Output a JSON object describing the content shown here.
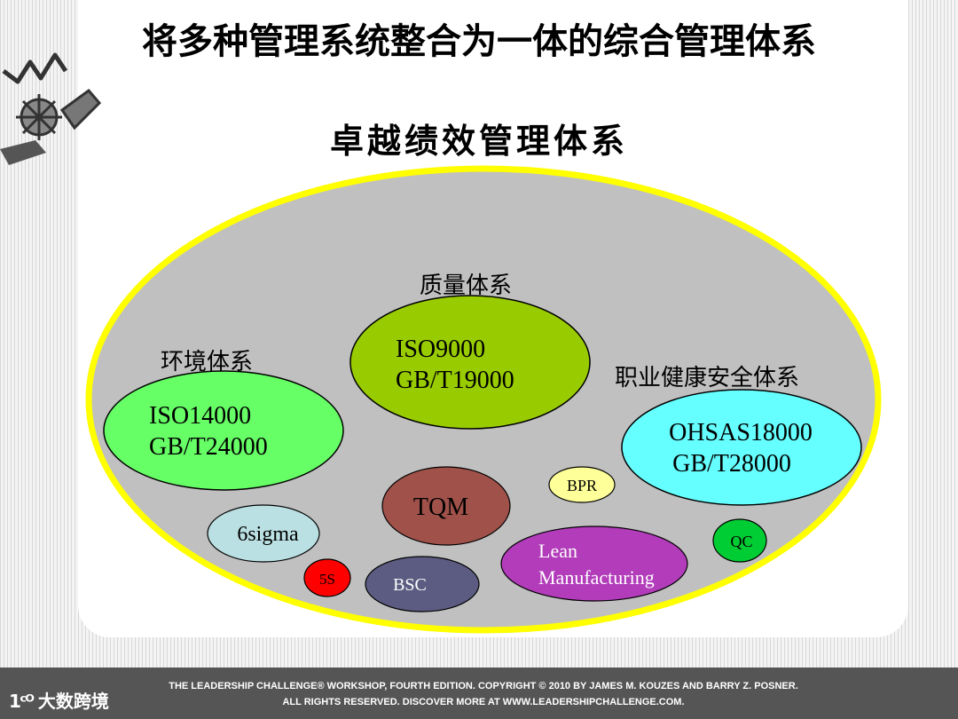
{
  "title": "将多种管理系统整合为一体的综合管理体系",
  "subtitle": "卓越绩效管理体系",
  "groups": {
    "quality": {
      "label": "质量体系",
      "line1": "ISO9000",
      "line2": "GB/T19000"
    },
    "environment": {
      "label": "环境体系",
      "line1": "ISO14000",
      "line2": "GB/T24000"
    },
    "ohs": {
      "label": "职业健康安全体系",
      "line1": "OHSAS18000",
      "line2": "GB/T28000"
    }
  },
  "tools": {
    "tqm": "TQM",
    "bpr": "BPR",
    "sigma": "6sigma",
    "qc": "QC",
    "five_s": "5S",
    "bsc": "BSC",
    "lean_line1": "Lean",
    "lean_line2": "Manufacturing"
  },
  "colors": {
    "outer_fill": "#c0c0c0",
    "outer_border": "#ffff00",
    "quality": "#99cc00",
    "environment": "#66ff66",
    "ohs": "#66ffff",
    "tqm": "#a0524a",
    "bpr": "#ffff99",
    "sigma": "#bbe0e3",
    "qc": "#00cc33",
    "five_s": "#ff0000",
    "bsc": "#5c5c82",
    "lean": "#b23cba"
  },
  "footer": {
    "line1": "THE LEADERSHIP CHALLENGE® WORKSHOP, FOURTH EDITION. COPYRIGHT © 2010 BY JAMES M. KOUZES AND BARRY Z. POSNER.",
    "line2": "ALL RIGHTS RESERVED. DISCOVER MORE AT WWW.LEADERSHIPCHALLENGE.COM.",
    "logo_text": "大数跨境"
  }
}
